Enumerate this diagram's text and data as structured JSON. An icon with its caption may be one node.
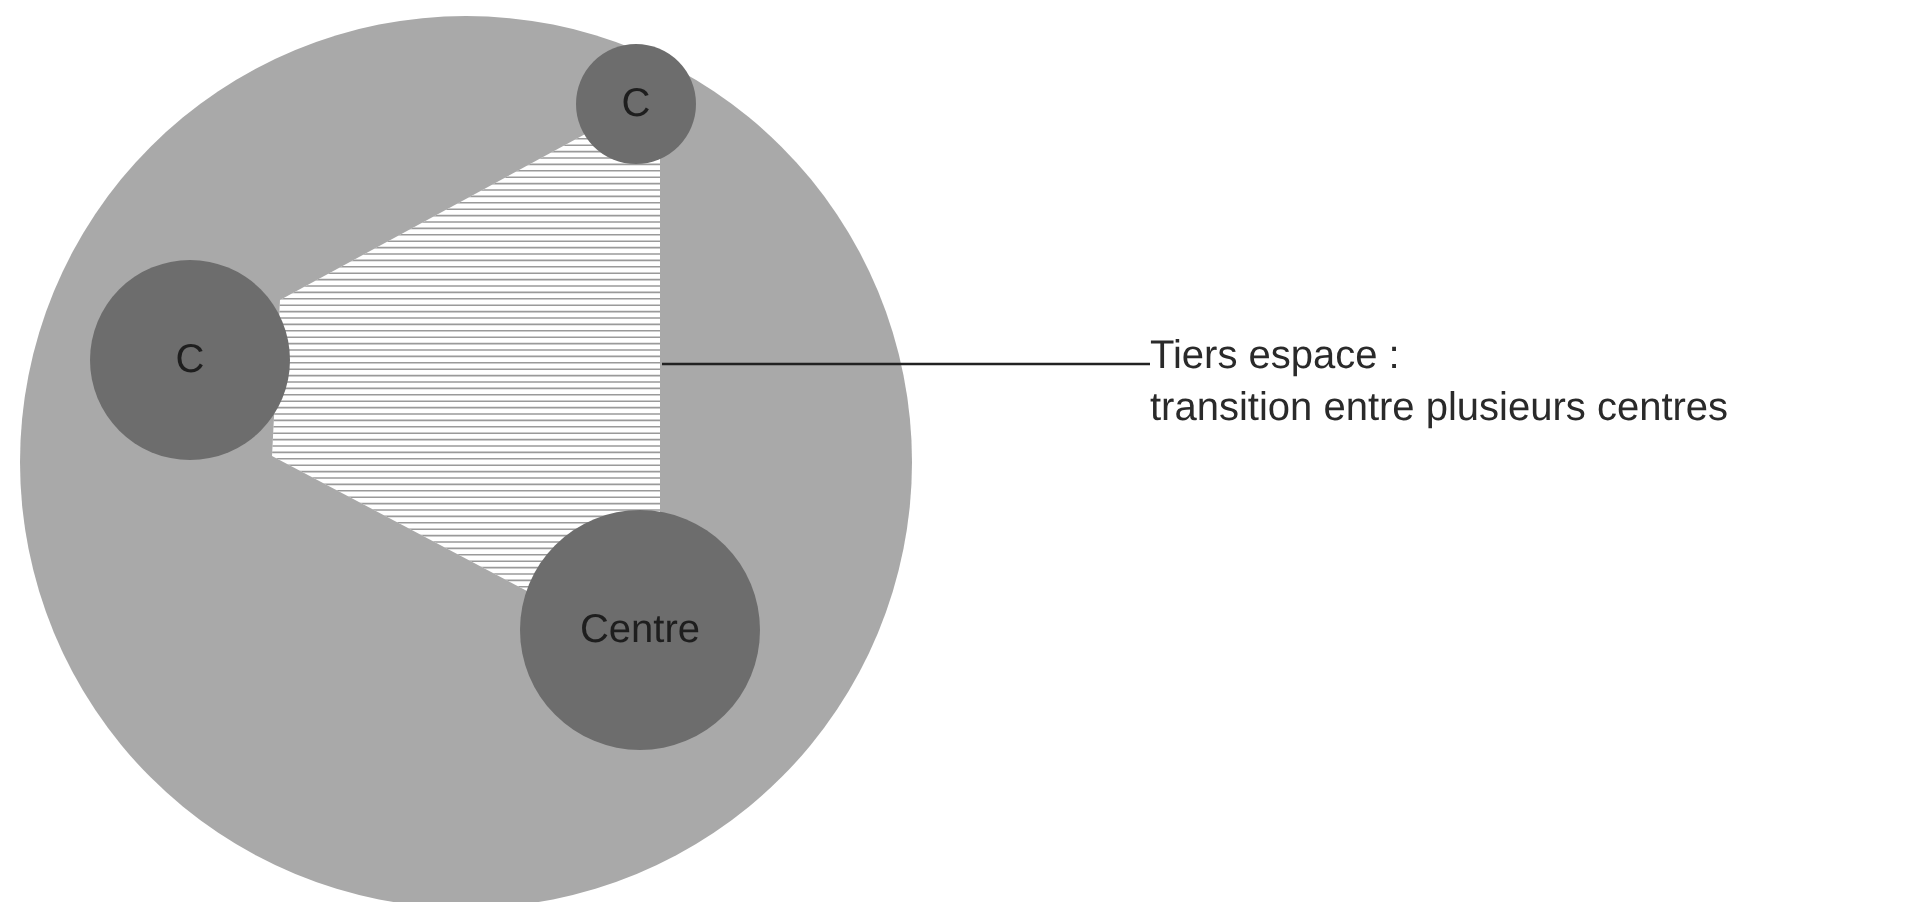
{
  "diagram": {
    "nodes": [
      {
        "text": [],
        "shape": "circle"
      },
      {
        "text": [
          "C"
        ],
        "in": 0
      },
      {
        "text": [
          "C"
        ],
        "in": 0
      },
      {
        "text": [
          "Centre"
        ],
        "in": 0
      },
      {
        "text": [],
        "shape": "polygon",
        "in": 0
      },
      {
        "text": [
          "Tiers espace :",
          "transition entre plusieurs centres"
        ]
      }
    ],
    "edges": [
      {
        "from": 5,
        "to": 4,
        "arrow": "none"
      }
    ]
  }
}
